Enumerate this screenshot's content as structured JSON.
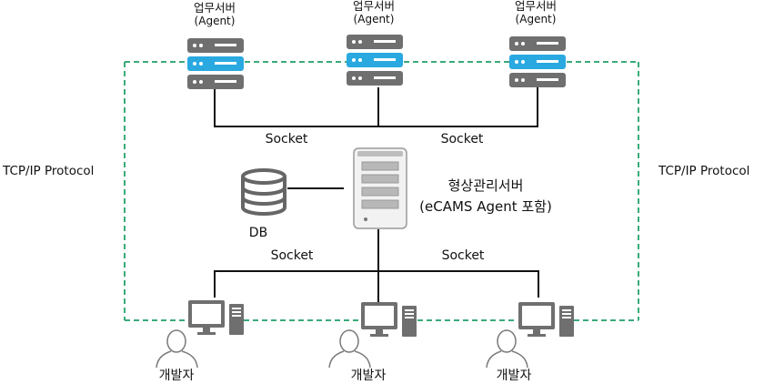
{
  "servers": [
    {
      "title": "업무서버",
      "subtitle": "(Agent)"
    },
    {
      "title": "업무서버",
      "subtitle": "(Agent)"
    },
    {
      "title": "업무서버",
      "subtitle": "(Agent)"
    }
  ],
  "socket_labels": [
    "Socket",
    "Socket",
    "Socket",
    "Socket"
  ],
  "protocol_labels": [
    "TCP/IP Protocol",
    "TCP/IP Protocol"
  ],
  "database": {
    "label": "DB"
  },
  "main_server": {
    "title": "형상관리서버",
    "subtitle": "(eCAMS Agent 포함)"
  },
  "developers": [
    {
      "label": "개발자"
    },
    {
      "label": "개발자"
    },
    {
      "label": "개발자"
    }
  ],
  "colors": {
    "server_body": "#6f6f6f",
    "server_accent": "#29a9e0",
    "dashed_line": "#3aaa7a",
    "solid_line": "#111111",
    "person_outline": "#7a7a7a"
  }
}
